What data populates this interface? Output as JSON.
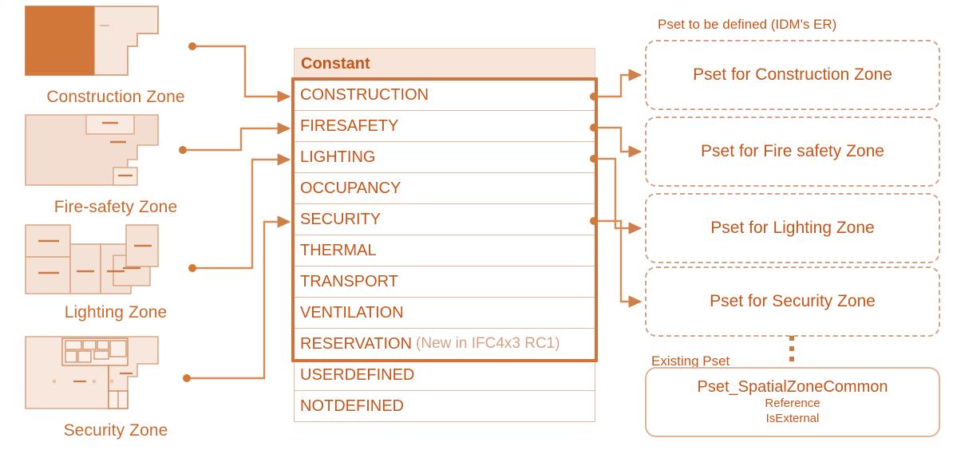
{
  "diagram": {
    "accent": "#c4561a",
    "line_color": "#d88b54",
    "header_bg": "#f8e5da",
    "highlight_border": "#d4703a"
  },
  "zones": [
    {
      "name": "zone-construction",
      "caption": "Construction Zone",
      "icon": "floorplan-icon"
    },
    {
      "name": "zone-firesafety",
      "caption": "Fire-safety Zone",
      "icon": "floorplan-icon"
    },
    {
      "name": "zone-lighting",
      "caption": "Lighting Zone",
      "icon": "floorplan-icon"
    },
    {
      "name": "zone-security",
      "caption": "Security Zone",
      "icon": "floorplan-icon"
    }
  ],
  "constant_table": {
    "header": "Constant",
    "rows": [
      {
        "label": "CONSTRUCTION",
        "note": "",
        "highlighted": true
      },
      {
        "label": "FIRESAFETY",
        "note": "",
        "highlighted": true
      },
      {
        "label": "LIGHTING",
        "note": "",
        "highlighted": true
      },
      {
        "label": "OCCUPANCY",
        "note": "",
        "highlighted": true
      },
      {
        "label": "SECURITY",
        "note": "",
        "highlighted": true
      },
      {
        "label": "THERMAL",
        "note": "",
        "highlighted": true
      },
      {
        "label": "TRANSPORT",
        "note": "",
        "highlighted": true
      },
      {
        "label": "VENTILATION",
        "note": "",
        "highlighted": true
      },
      {
        "label": "RESERVATION",
        "note": "(New in IFC4x3 RC1)",
        "highlighted": true
      },
      {
        "label": "USERDEFINED",
        "note": "",
        "highlighted": false
      },
      {
        "label": "NOTDEFINED",
        "note": "",
        "highlighted": false
      }
    ]
  },
  "psets": {
    "group_label": "Pset to be defined (IDM's ER)",
    "items": [
      {
        "name": "pset-construction-zone",
        "label": "Pset for Construction Zone"
      },
      {
        "name": "pset-fire-safety-zone",
        "label": "Pset for Fire safety Zone"
      },
      {
        "name": "pset-lighting-zone",
        "label": "Pset for Lighting Zone"
      },
      {
        "name": "pset-security-zone",
        "label": "Pset for Security Zone"
      }
    ],
    "ellipsis": "⋮"
  },
  "existing_pset": {
    "group_label": "Existing Pset",
    "title": "Pset_SpatialZoneCommon",
    "attributes": [
      "Reference",
      "IsExternal"
    ]
  }
}
